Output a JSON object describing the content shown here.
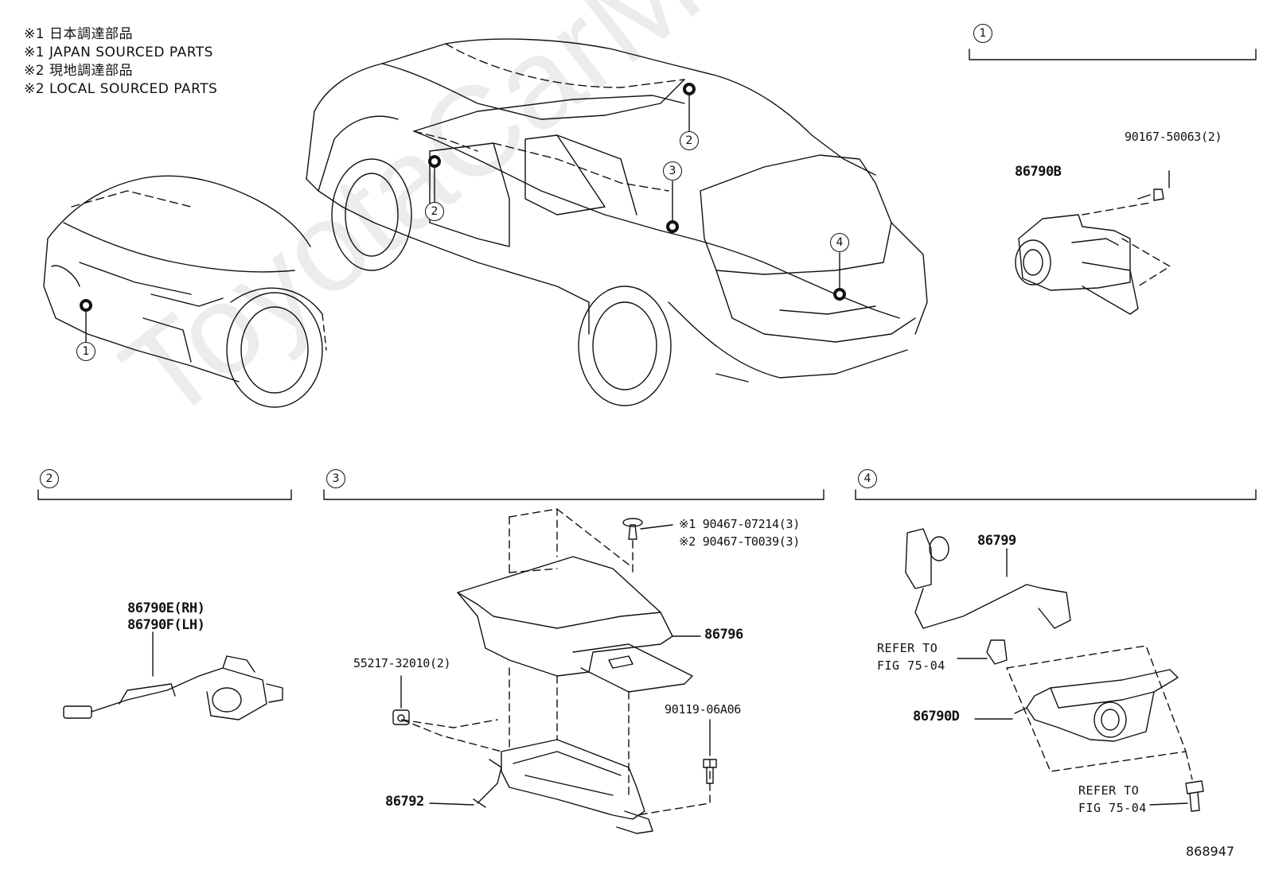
{
  "notes": [
    "※1 日本調達部品",
    "※1 JAPAN SOURCED PARTS",
    "※2 現地調達部品",
    "※2 LOCAL SOURCED PARTS"
  ],
  "watermark": "ToyotaCarMine.ru",
  "callouts": {
    "c1": "1",
    "c2": "2",
    "c3": "3",
    "c4": "4"
  },
  "section1": {
    "label": "1",
    "bolt": "90167-50063(2)",
    "camera": "86790B"
  },
  "section2": {
    "label": "2",
    "rh": "86790E(RH)",
    "lh": "86790F(LH)"
  },
  "section3": {
    "label": "3",
    "clip_japan": "※1 90467-07214(3)",
    "clip_local": "※2 90467-T0039(3)",
    "cover": "86796",
    "nut": "55217-32010(2)",
    "screw": "90119-06A06",
    "ecu": "86792"
  },
  "section4": {
    "label": "4",
    "wire": "86799",
    "refer1_line1": "REFER TO",
    "refer1_line2": "FIG 75-04",
    "camera": "86790D",
    "refer2_line1": "REFER TO",
    "refer2_line2": "FIG 75-04"
  },
  "figure_number": "868947"
}
